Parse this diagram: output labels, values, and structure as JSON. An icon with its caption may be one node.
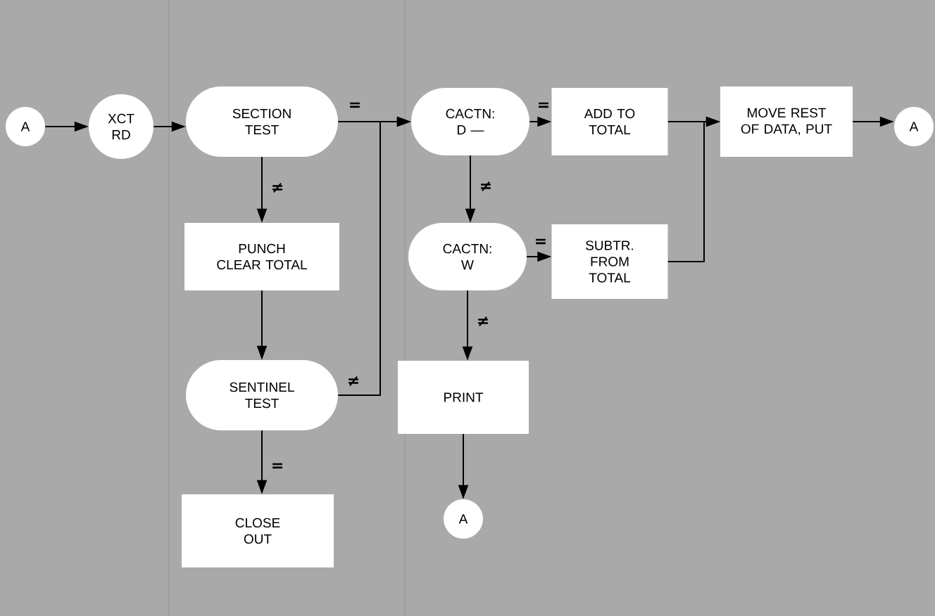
{
  "diagram": {
    "nodes": [
      {
        "text": [
          "A"
        ]
      },
      {
        "text": [
          "XCT RD"
        ]
      },
      {
        "text": [
          "SECTION TEST"
        ]
      },
      {
        "text": [
          "CACTN: D —"
        ]
      },
      {
        "text": [
          "ADD TO TOTAL"
        ]
      },
      {
        "text": [
          "MOVE REST OF DATA, PUT"
        ]
      },
      {
        "text": [
          "A"
        ]
      },
      {
        "text": [
          "PUNCH CLEAR TOTAL"
        ]
      },
      {
        "text": [
          "CACTN: W"
        ]
      },
      {
        "text": [
          "SUBTR. FROM TOTAL"
        ]
      },
      {
        "text": [
          "SENTINEL TEST"
        ]
      },
      {
        "text": [
          "PRINT"
        ]
      },
      {
        "text": [
          "CLOSE OUT"
        ]
      },
      {
        "text": [
          "A"
        ]
      }
    ],
    "edges": [
      {
        "from": 0,
        "to": 1,
        "arrow": "to"
      },
      {
        "from": 1,
        "to": 2,
        "arrow": "to"
      },
      {
        "from": 2,
        "to": 3,
        "arrow": "to",
        "label": "="
      },
      {
        "from": 3,
        "to": 4,
        "arrow": "to",
        "label": "="
      },
      {
        "from": 4,
        "to": 5,
        "arrow": "to"
      },
      {
        "from": 5,
        "to": 6,
        "arrow": "to"
      },
      {
        "from": 2,
        "to": 7,
        "arrow": "to",
        "label": "≠"
      },
      {
        "from": 7,
        "to": 10,
        "arrow": "to"
      },
      {
        "from": 10,
        "to": 3,
        "arrow": "to",
        "label": "≠"
      },
      {
        "from": 10,
        "to": 12,
        "arrow": "to",
        "label": "="
      },
      {
        "from": 3,
        "to": 8,
        "arrow": "to",
        "label": "≠"
      },
      {
        "from": 8,
        "to": 9,
        "arrow": "to",
        "label": "="
      },
      {
        "from": 9,
        "to": 5,
        "arrow": "to"
      },
      {
        "from": 8,
        "to": 11,
        "arrow": "to",
        "label": "≠"
      },
      {
        "from": 11,
        "to": 13,
        "arrow": "to"
      }
    ]
  }
}
